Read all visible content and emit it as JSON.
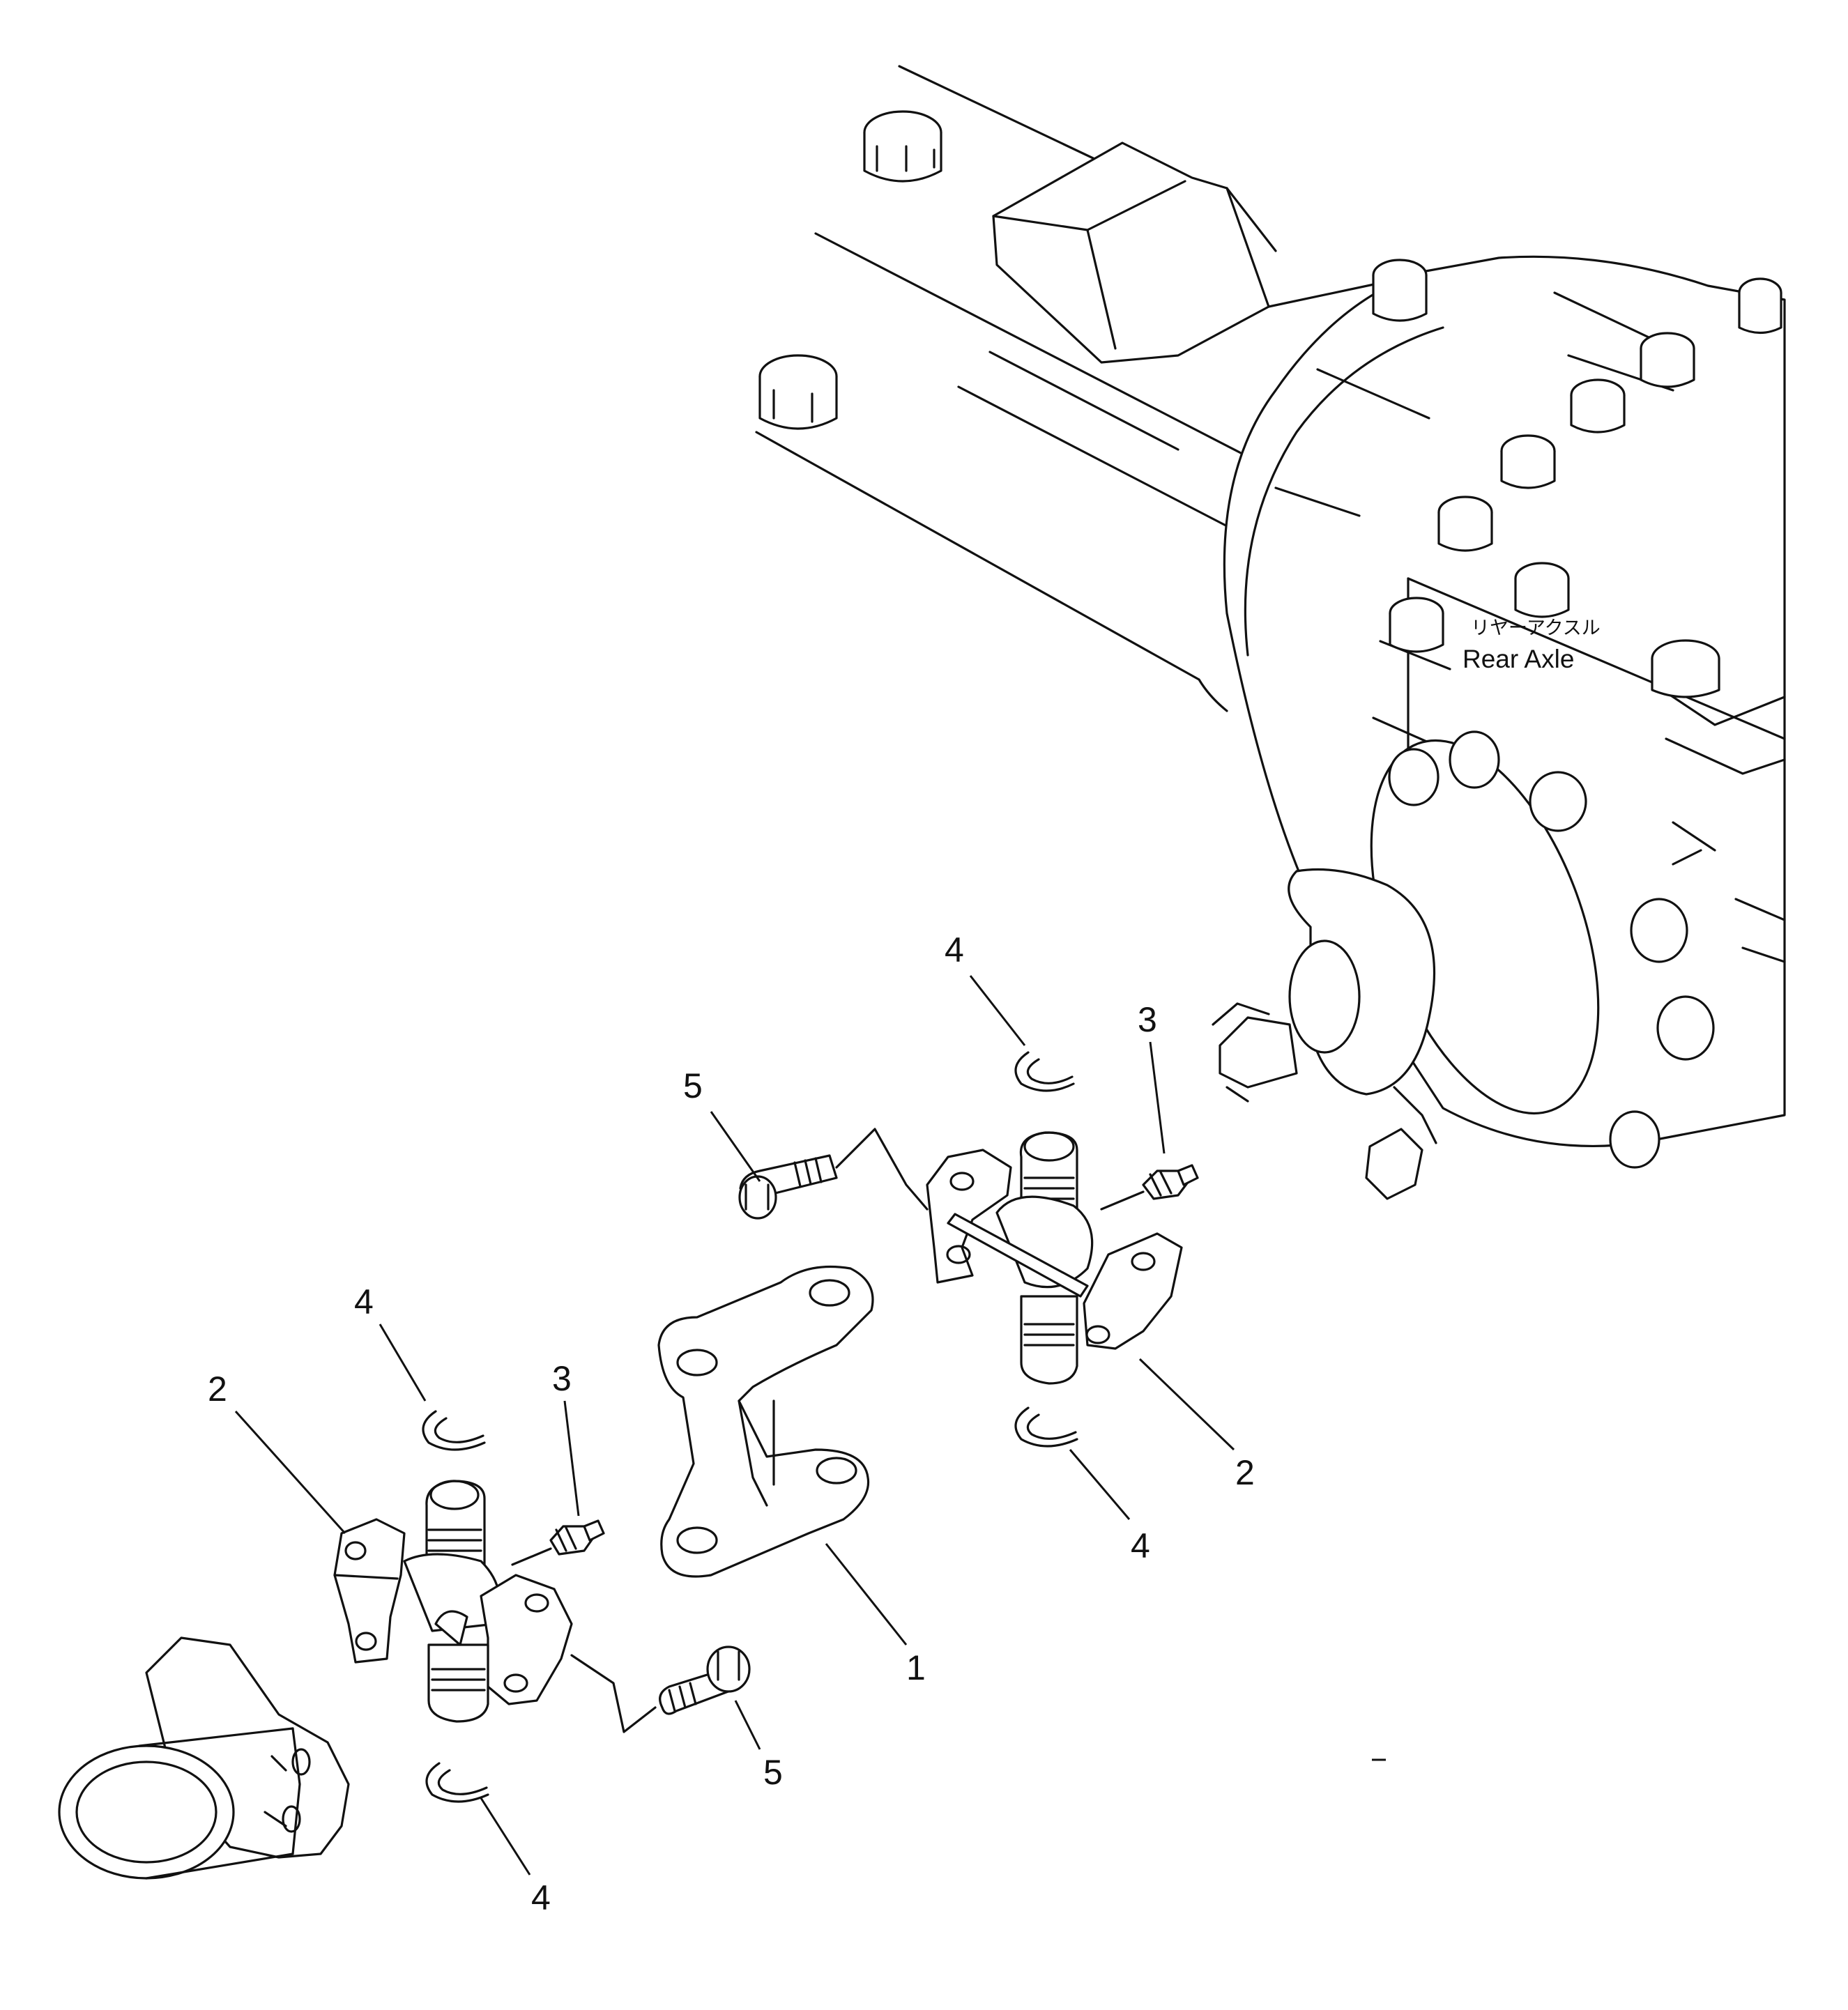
{
  "caption": {
    "jp": "リヤーアクスル",
    "en": "Rear  Axle"
  },
  "callouts": [
    {
      "id": "c1",
      "part": "yoke",
      "label": "1"
    },
    {
      "id": "c2a",
      "part": "spider-bearing",
      "label": "2"
    },
    {
      "id": "c2b",
      "part": "spider-bearing",
      "label": "2"
    },
    {
      "id": "c3a",
      "part": "grease-fitting",
      "label": "3"
    },
    {
      "id": "c3b",
      "part": "grease-fitting",
      "label": "3"
    },
    {
      "id": "c4a",
      "part": "snap-ring",
      "label": "4"
    },
    {
      "id": "c4b",
      "part": "snap-ring",
      "label": "4"
    },
    {
      "id": "c4c",
      "part": "snap-ring",
      "label": "4"
    },
    {
      "id": "c4d",
      "part": "snap-ring",
      "label": "4"
    },
    {
      "id": "c5a",
      "part": "bolt",
      "label": "5"
    },
    {
      "id": "c5b",
      "part": "bolt",
      "label": "5"
    }
  ]
}
